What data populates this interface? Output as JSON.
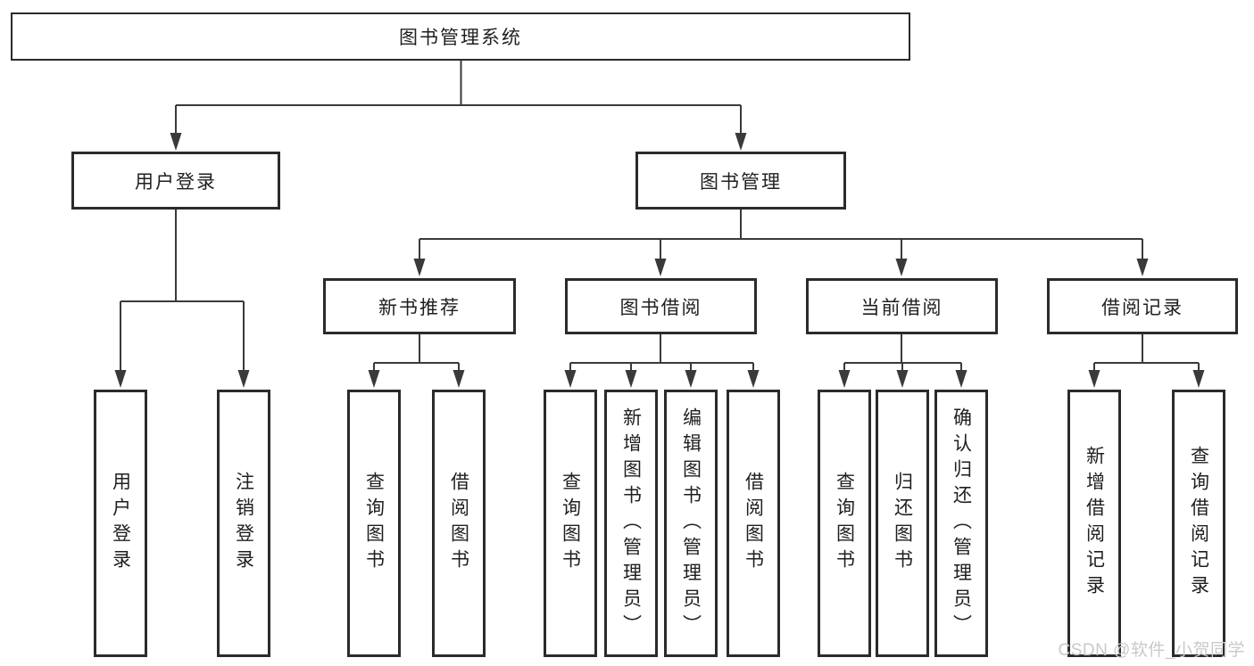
{
  "root": {
    "label": "图书管理系统"
  },
  "branches": {
    "user_login": {
      "label": "用户登录",
      "children": [
        "用户登录",
        "注销登录"
      ]
    },
    "book_management": {
      "label": "图书管理",
      "sections": [
        {
          "label": "新书推荐",
          "children": [
            "查询图书",
            "借阅图书"
          ]
        },
        {
          "label": "图书借阅",
          "children": [
            "查询图书",
            "新增图书（管理员）",
            "编辑图书（管理员）",
            "借阅图书"
          ]
        },
        {
          "label": "当前借阅",
          "children": [
            "查询图书",
            "归还图书",
            "确认归还（管理员）"
          ]
        },
        {
          "label": "借阅记录",
          "children": [
            "新增借阅记录",
            "查询借阅记录"
          ]
        }
      ]
    }
  },
  "watermark": {
    "text": "CSDN @软件_小贺同学"
  },
  "colors": {
    "line": "#3a3a3a",
    "box_border": "#2b2b2b",
    "text": "#1f1f1f",
    "watermark": "#c9c9c9",
    "background": "#ffffff"
  }
}
